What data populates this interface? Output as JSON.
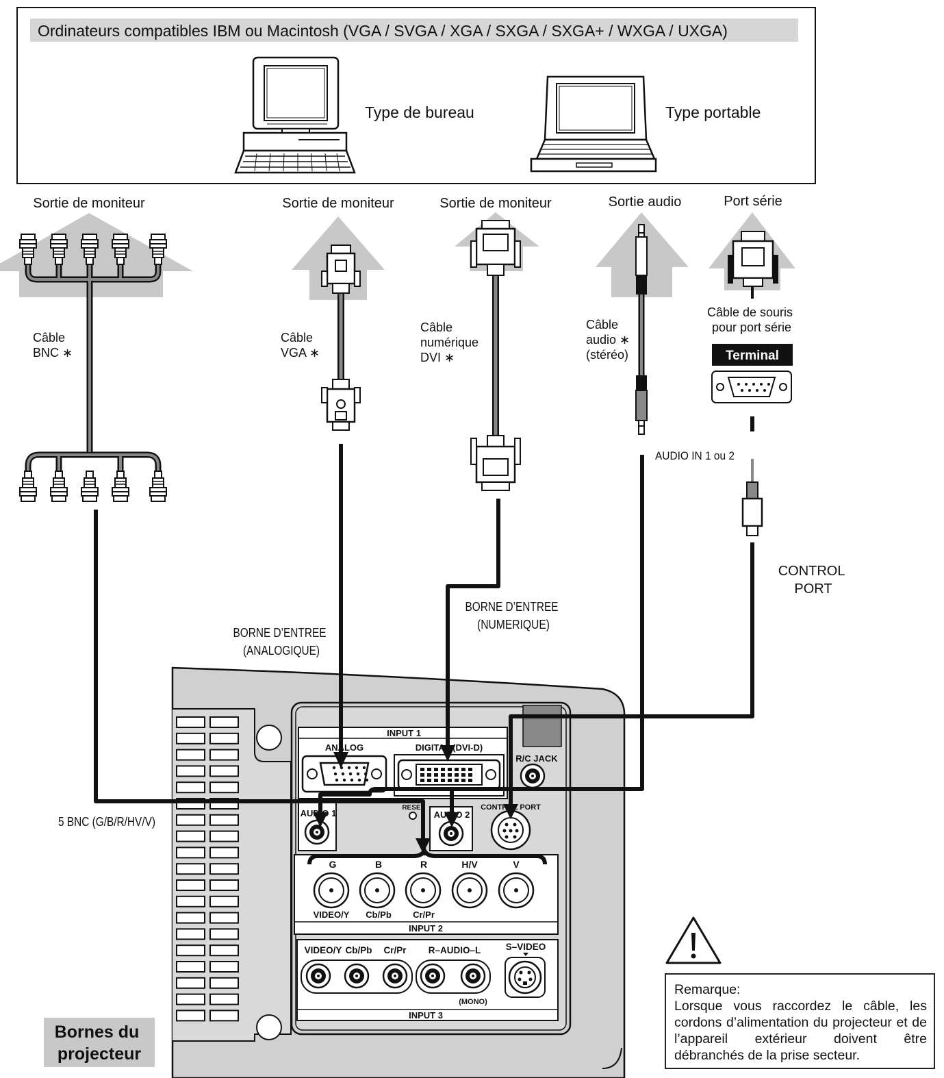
{
  "header": {
    "title": "Ordinateurs compatibles IBM ou Macintosh (VGA / SVGA / XGA / SXGA / SXGA+ / WXGA / UXGA)",
    "desktop_label": "Type de bureau",
    "laptop_label": "Type portable"
  },
  "sources": {
    "bnc_out": "Sortie de moniteur",
    "vga_out": "Sortie de moniteur",
    "dvi_out": "Sortie de moniteur",
    "audio_out": "Sortie audio",
    "serial_port": "Port série"
  },
  "cables": {
    "bnc": [
      "Câble",
      "BNC ∗"
    ],
    "vga": [
      "Câble",
      "VGA ∗"
    ],
    "dvi": [
      "Câble",
      "numérique",
      "DVI ∗"
    ],
    "audio": [
      "Câble",
      "audio ∗",
      "(stéréo)"
    ],
    "serial": [
      "Câble de souris",
      "pour port série"
    ],
    "terminal": "Terminal"
  },
  "inputs": {
    "audio_in": "AUDIO IN 1 ou 2",
    "control_port": [
      "CONTROL",
      "PORT"
    ],
    "digital_terminal": [
      "BORNE D’ENTREE",
      "(NUMERIQUE)"
    ],
    "analog_terminal": [
      "BORNE D’ENTREE",
      "(ANALOGIQUE)"
    ],
    "bnc5": "5 BNC (G/B/R/HV/V)"
  },
  "panel": {
    "input1": "INPUT 1",
    "analog": "ANALOG",
    "digital": "DIGITAL (DVI-D)",
    "rc_jack": "R/C JACK",
    "audio1": "AUDIO 1",
    "reset": "RESET",
    "audio2": "AUDIO 2",
    "control_port": "CONTROL PORT",
    "bnc_top": [
      "G",
      "B",
      "R",
      "H/V",
      "V"
    ],
    "bnc_bottom": [
      "VIDEO/Y",
      "Cb/Pb",
      "Cr/Pr",
      "",
      ""
    ],
    "input2": "INPUT 2",
    "input3_labels": [
      "VIDEO/Y",
      "Cb/Pb",
      "Cr/Pr",
      "R–AUDIO–L",
      "S–VIDEO"
    ],
    "mono": "(MONO)",
    "input3": "INPUT 3"
  },
  "caption": [
    "Bornes du",
    "projecteur"
  ],
  "note": {
    "title": "Remarque:",
    "text": "Lorsque vous raccordez le câble, les cordons d’alimentation du projecteur et de l’appareil extérieur doivent être débranchés de la prise secteur."
  }
}
